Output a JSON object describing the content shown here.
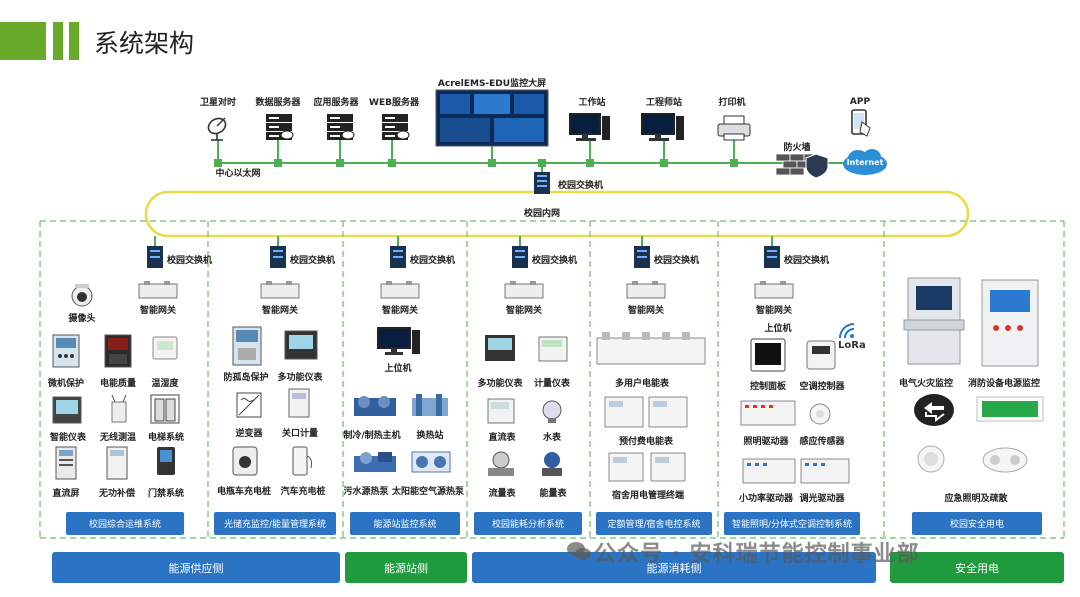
{
  "title": "系统架构",
  "colors": {
    "accent_green": "#6aaa2a",
    "system_blue": "#2b74c4",
    "safety_green": "#1f9a3c",
    "energy_green": "#1f9a3c",
    "ring_yellow": "#e8dc4a",
    "net_green": "#4caf50"
  },
  "top": {
    "big_screen": "AcrelEMS-EDU监控大屏",
    "satellite_clock": "卫星对时",
    "data_server": "数据服务器",
    "app_server": "应用服务器",
    "web_server": "WEB服务器",
    "workstation": "工作站",
    "engineer_station": "工程师站",
    "printer": "打印机",
    "app": "APP",
    "firewall": "防火墙",
    "internet": "Internet",
    "ethernet": "中心以太网",
    "campus_switch": "校园交换机",
    "intranet": "校园内网"
  },
  "columns": [
    {
      "switch": "校园交换机",
      "gateway": "智能网关",
      "camera": "摄像头",
      "devices": [
        "微机保护",
        "电能质量",
        "温湿度",
        "智能仪表",
        "无线测温",
        "电梯系统",
        "直流屏",
        "无功补偿",
        "门禁系统"
      ],
      "system": "校园综合运维系统"
    },
    {
      "switch": "校园交换机",
      "gateway": "智能网关",
      "devices": [
        "防孤岛保护",
        "多功能仪表",
        "逆变器",
        "关口计量",
        "电瓶车充电桩",
        "汽车充电桩"
      ],
      "system": "光储充监控/能量管理系统"
    },
    {
      "switch": "校园交换机",
      "gateway": "智能网关",
      "host": "上位机",
      "devices": [
        "制冷/制热主机",
        "换热站",
        "污水源热泵",
        "太阳能空气源热泵"
      ],
      "system": "能源站监控系统"
    },
    {
      "switch": "校园交换机",
      "gateway": "智能网关",
      "devices": [
        "多功能仪表",
        "计量仪表",
        "直流表",
        "水表",
        "流量表",
        "能量表"
      ],
      "system": "校园能耗分析系统"
    },
    {
      "switch": "校园交换机",
      "gateway": "智能网关",
      "devices": [
        "多用户电能表",
        "预付费电能表",
        "宿舍用电管理终端"
      ],
      "system": "定额管理/宿舍电控系统"
    },
    {
      "switch": "校园交换机",
      "gateway": "智能网关",
      "host": "上位机",
      "lora": "LoRa",
      "devices": [
        "控制面板",
        "空调控制器",
        "照明驱动器",
        "感应传感器",
        "小功率驱动器",
        "调光驱动器"
      ],
      "system": "智能照明/分体式空调控制系统"
    },
    {
      "devices": [
        "电气火灾监控",
        "消防设备电源监控",
        "应急照明及疏散"
      ],
      "system": "校园安全用电"
    }
  ],
  "categories": [
    "能源供应侧",
    "能源站侧",
    "能源消耗侧",
    "安全用电"
  ],
  "watermark": "公众号 · 安科瑞节能控制事业部"
}
